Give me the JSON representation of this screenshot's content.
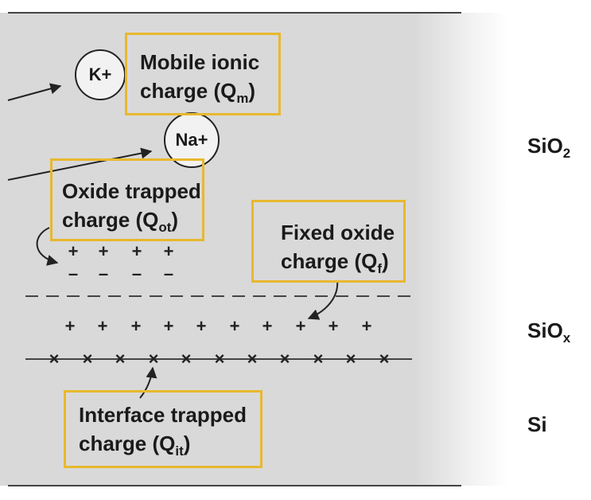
{
  "layers": {
    "sio2": {
      "main": "SiO",
      "sub": "2"
    },
    "siox": {
      "main": "SiO",
      "sub": "x"
    },
    "si": "Si"
  },
  "ions": {
    "k": "K+",
    "na": "Na+"
  },
  "labels": {
    "mobile": {
      "line1": "Mobile ionic",
      "line2": "charge (Q",
      "sub": "m",
      "close": ")"
    },
    "oxide_trapped": {
      "line1": "Oxide trapped",
      "line2": "charge (Q",
      "sub": "ot",
      "close": ")"
    },
    "fixed": {
      "line1": "Fixed oxide",
      "line2": "charge (Q",
      "sub": "f",
      "close": ")"
    },
    "interface": {
      "line1": "Interface trapped",
      "line2": "charge (Q",
      "sub": "it",
      "close": ")"
    }
  },
  "symbols": {
    "plus": "+",
    "minus": "–",
    "cross": "×"
  },
  "colors": {
    "box_border": "#e8b82e",
    "line": "#444444",
    "panel": "#d9d9d9"
  }
}
